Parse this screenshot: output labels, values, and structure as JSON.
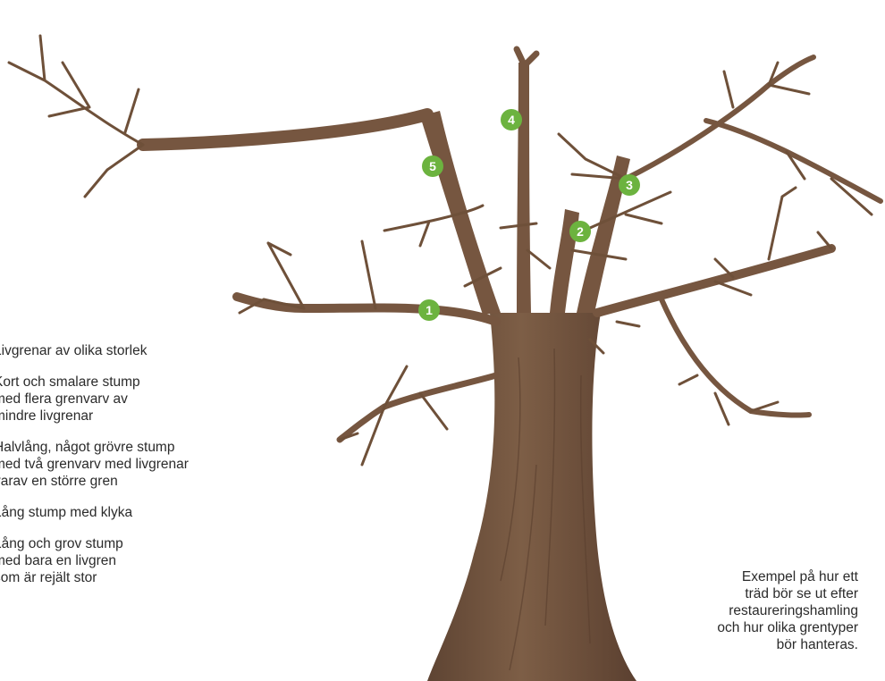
{
  "legend": {
    "items": [
      {
        "lines": [
          "Livgrenar av olika storlek"
        ]
      },
      {
        "lines": [
          "Kort och smalare stump",
          "med flera grenvarv av",
          "mindre livgrenar"
        ]
      },
      {
        "lines": [
          "Halvlång, något grövre stump",
          "med två grenvarv med livgrenar",
          "varav en större gren"
        ]
      },
      {
        "lines": [
          "Lång stump med klyka"
        ]
      },
      {
        "lines": [
          "Lång och grov stump",
          "med bara en livgren",
          "som är rejält stor"
        ]
      }
    ]
  },
  "caption": {
    "lines": [
      "Exempel på hur ett",
      "träd bör se ut efter",
      "restaureringshamling",
      "och hur olika grentyper",
      "bör hanteras."
    ]
  },
  "markers": [
    "1",
    "2",
    "3",
    "4",
    "5"
  ],
  "colors": {
    "bark": "#7a5a43",
    "bark_dark": "#5b4030",
    "marker_green": "#6cb33f",
    "text": "#2b2b2b"
  }
}
